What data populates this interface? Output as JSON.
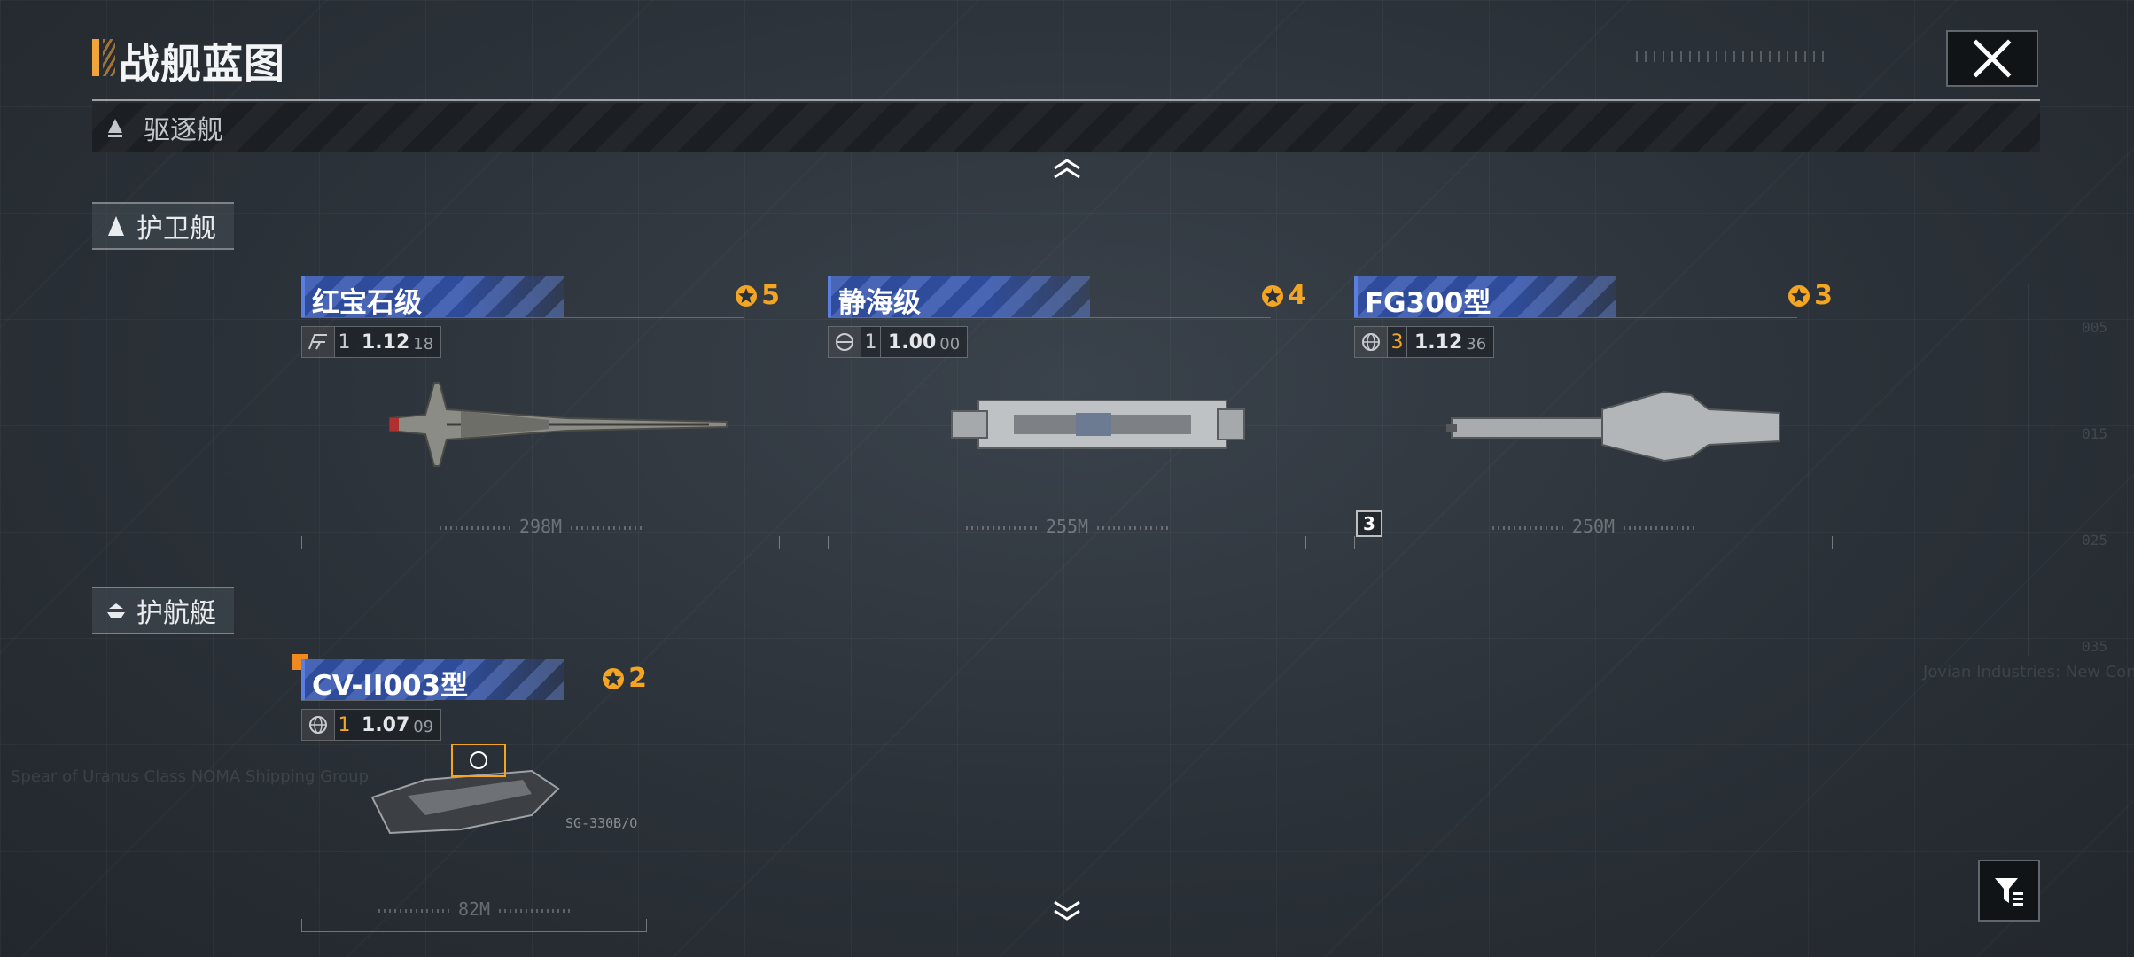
{
  "header": {
    "title": "战舰蓝图"
  },
  "collapsed_category": {
    "label": "驱逐舰"
  },
  "sections": [
    {
      "label": "护卫舰",
      "ships": [
        {
          "name": "红宝石级",
          "rarity": "5",
          "level": "1",
          "stat_main": "1.12",
          "stat_sub": "18",
          "length": "298M"
        },
        {
          "name": "静海级",
          "rarity": "4",
          "level": "1",
          "stat_main": "1.00",
          "stat_sub": "00",
          "length": "255M"
        },
        {
          "name": "FG300型",
          "rarity": "3",
          "level": "3",
          "stat_main": "1.12",
          "stat_sub": "36",
          "length": "250M",
          "quantity": "3"
        }
      ]
    },
    {
      "label": "护航艇",
      "ships": [
        {
          "name": "CV-II003型",
          "rarity": "2",
          "level": "1",
          "stat_main": "1.07",
          "stat_sub": "09",
          "length": "82M",
          "part_tag": "SG-330B/O"
        }
      ]
    }
  ],
  "colors": {
    "accent_orange": "#f0a43a",
    "rarity_gold": "#f4a623",
    "name_bar_blue": "#2e4b9c"
  },
  "icons": {
    "close": "close-icon",
    "collapse": "chevron-up-icon",
    "expand": "chevron-down-icon",
    "filter": "filter-icon"
  }
}
